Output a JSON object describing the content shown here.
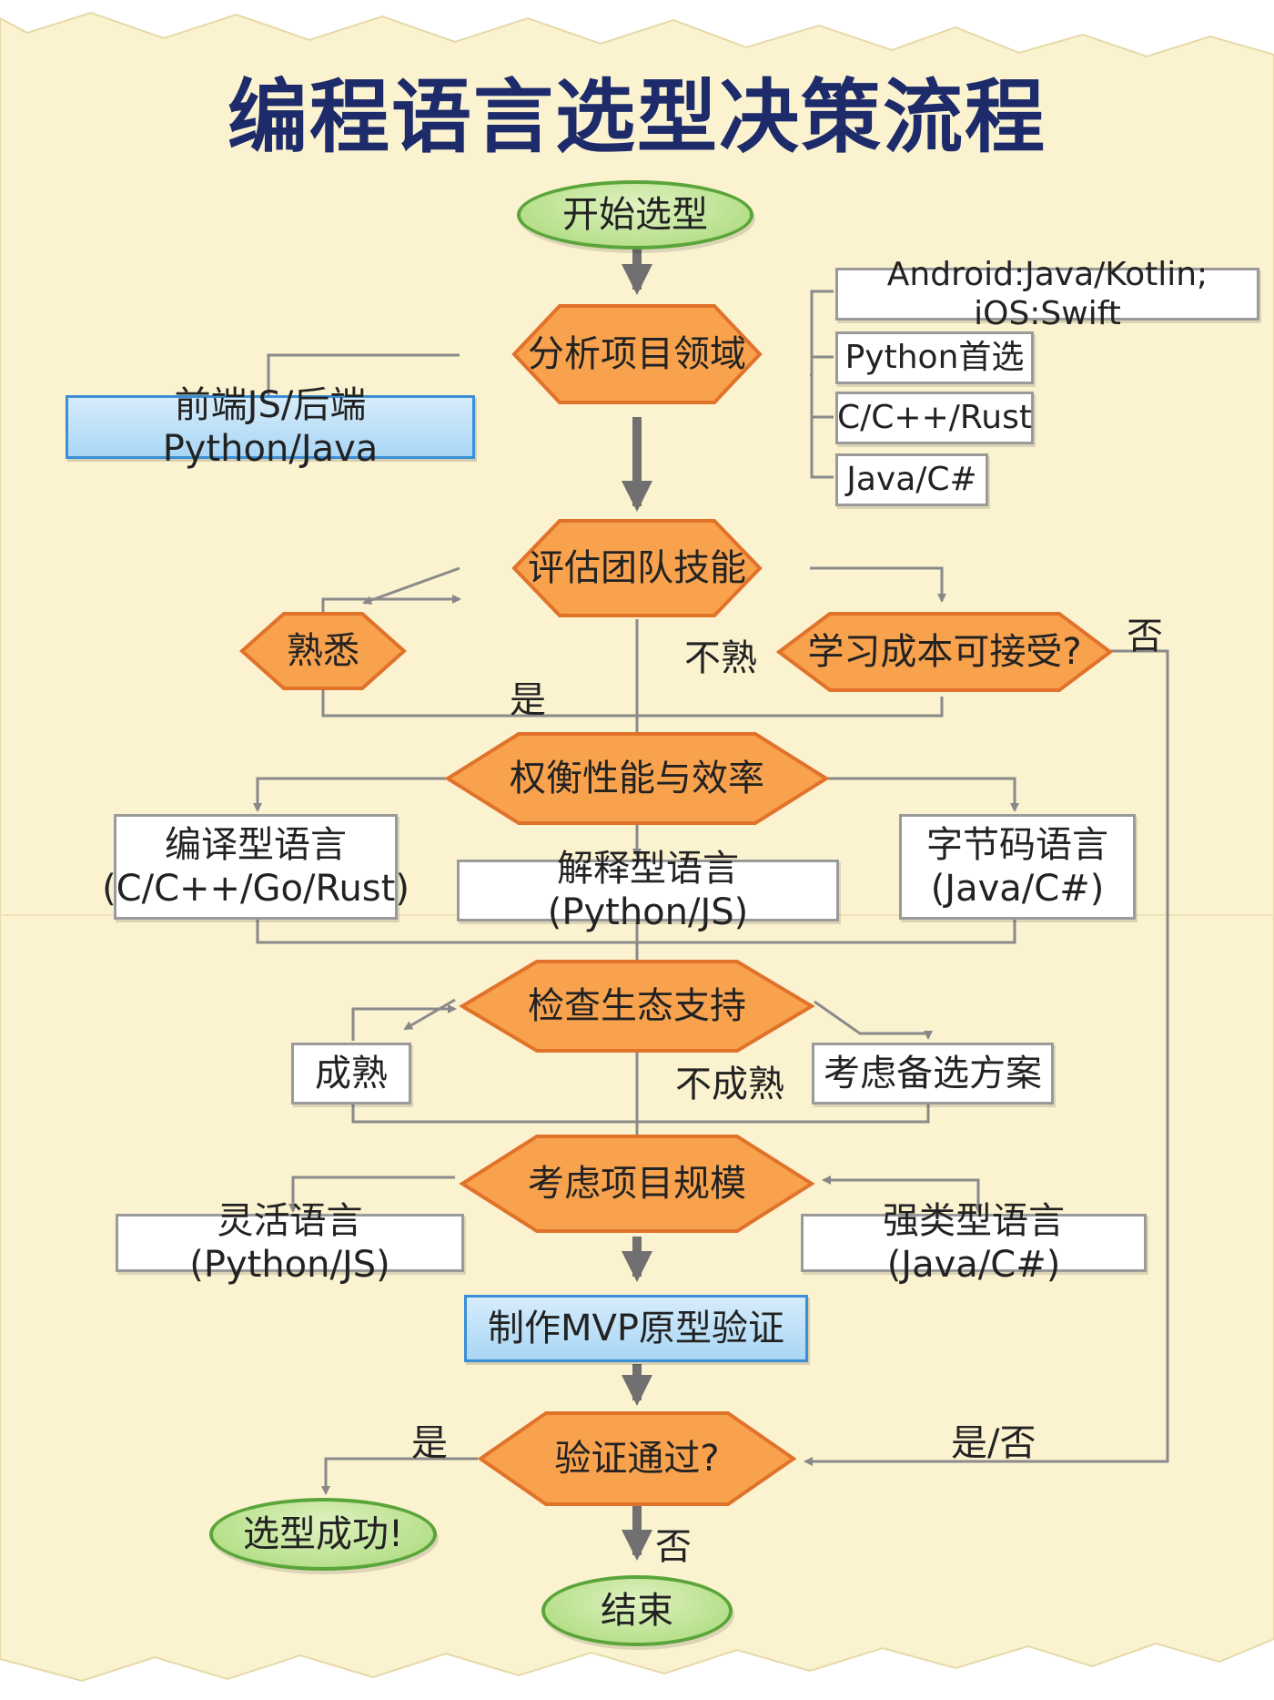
{
  "title": "编程语言选型决策流程",
  "nodes": {
    "start": "开始选型",
    "analyze": "分析项目领域",
    "web": "前端JS/后端Python/Java",
    "mobile": "Android:Java/Kotlin; iOS:Swift",
    "python_first": "Python首选",
    "c_family": "C/C++/Rust",
    "java_cs": "Java/C#",
    "team_skill": "评估团队技能",
    "familiar": "熟悉",
    "learn_cost": "学习成本可接受?",
    "perf": "权衡性能与效率",
    "compiled_line1": "编译型语言",
    "compiled_line2": "(C/C++/Go/Rust)",
    "interpreted": "解释型语言(Python/JS)",
    "bytecode_line1": "字节码语言",
    "bytecode_line2": "(Java/C#)",
    "ecosystem": "检查生态支持",
    "mature": "成熟",
    "alternative": "考虑备选方案",
    "scale": "考虑项目规模",
    "flexible": "灵活语言(Python/JS)",
    "strong": "强类型语言(Java/C#)",
    "mvp": "制作MVP原型验证",
    "verify": "验证通过?",
    "success": "选型成功!",
    "end": "结束"
  },
  "labels": {
    "unfamiliar": "不熟",
    "no_right": "否",
    "yes_mid": "是",
    "immature": "不成熟",
    "yes_left": "是",
    "yes_no": "是/否",
    "no_bottom": "否"
  },
  "colors": {
    "paper": "#fbf2d0",
    "title": "#1d2b6b",
    "diamond_fill": "#f8a24e",
    "diamond_stroke": "#e0722a",
    "oval_fill": "#a7d877",
    "oval_stroke": "#5aa53a",
    "highlight_fill": "#a9d6f5",
    "highlight_stroke": "#3a8fd6",
    "connector": "#888888",
    "main_arrow": "#707070"
  }
}
